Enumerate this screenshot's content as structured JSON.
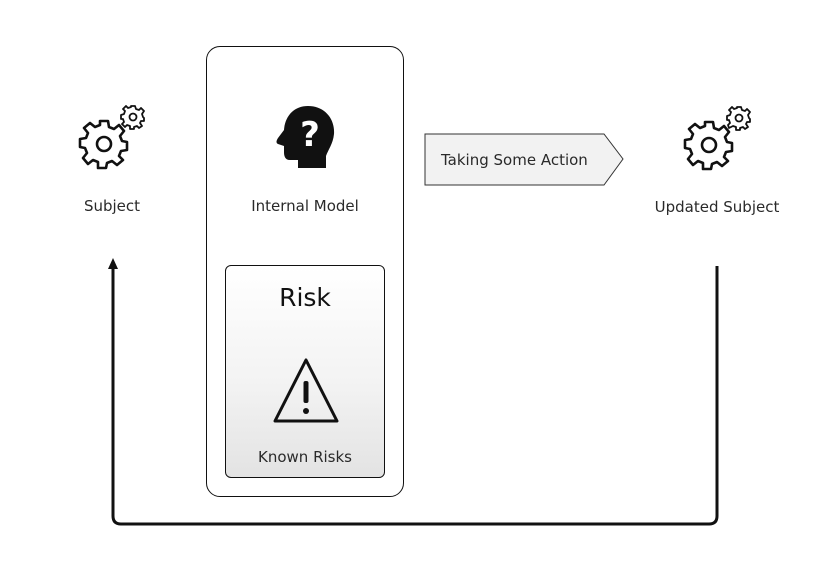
{
  "nodes": {
    "subject": {
      "label": "Subject",
      "icon": "gears-icon"
    },
    "internal_model": {
      "label": "Internal Model",
      "icon": "head-question-icon"
    },
    "risk": {
      "title": "Risk",
      "icon": "warning-triangle-icon",
      "label": "Known Risks"
    },
    "action": {
      "label": "Taking Some Action"
    },
    "updated_subject": {
      "label": "Updated Subject",
      "icon": "gears-icon"
    }
  },
  "colors": {
    "stroke": "#111111",
    "text": "#2a2a2a",
    "risk_fill_bottom": "#e3e3e3",
    "action_fill": "#f3f3f3"
  }
}
